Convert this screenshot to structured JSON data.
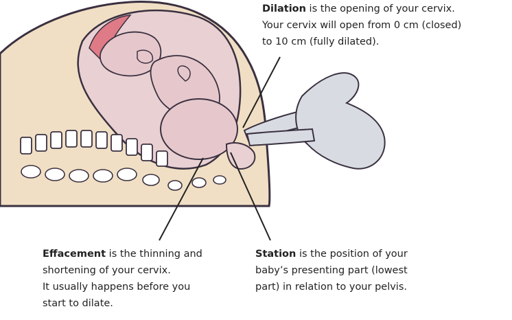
{
  "captions": {
    "dilation": {
      "term": "Dilation",
      "lines": [
        " is the opening of your cervix.",
        "Your cervix will open from 0 cm (closed)",
        "to 10 cm (fully dilated)."
      ]
    },
    "effacement": {
      "term": "Effacement",
      "lines": [
        " is the thinning and",
        "shortening of your cervix.",
        "It usually happens before you",
        "start to dilate."
      ]
    },
    "station": {
      "term": "Station",
      "lines": [
        " is the position of your",
        "baby’s presenting part (lowest",
        "part) in relation to your pelvis."
      ]
    }
  },
  "colors": {
    "skin": "#f0dfc4",
    "uterus": "#e9d0d2",
    "baby": "#e6c8cc",
    "placenta": "#df7b86",
    "outline": "#3a3040",
    "spine": "#ffffff",
    "glove": "#d8dce2"
  }
}
